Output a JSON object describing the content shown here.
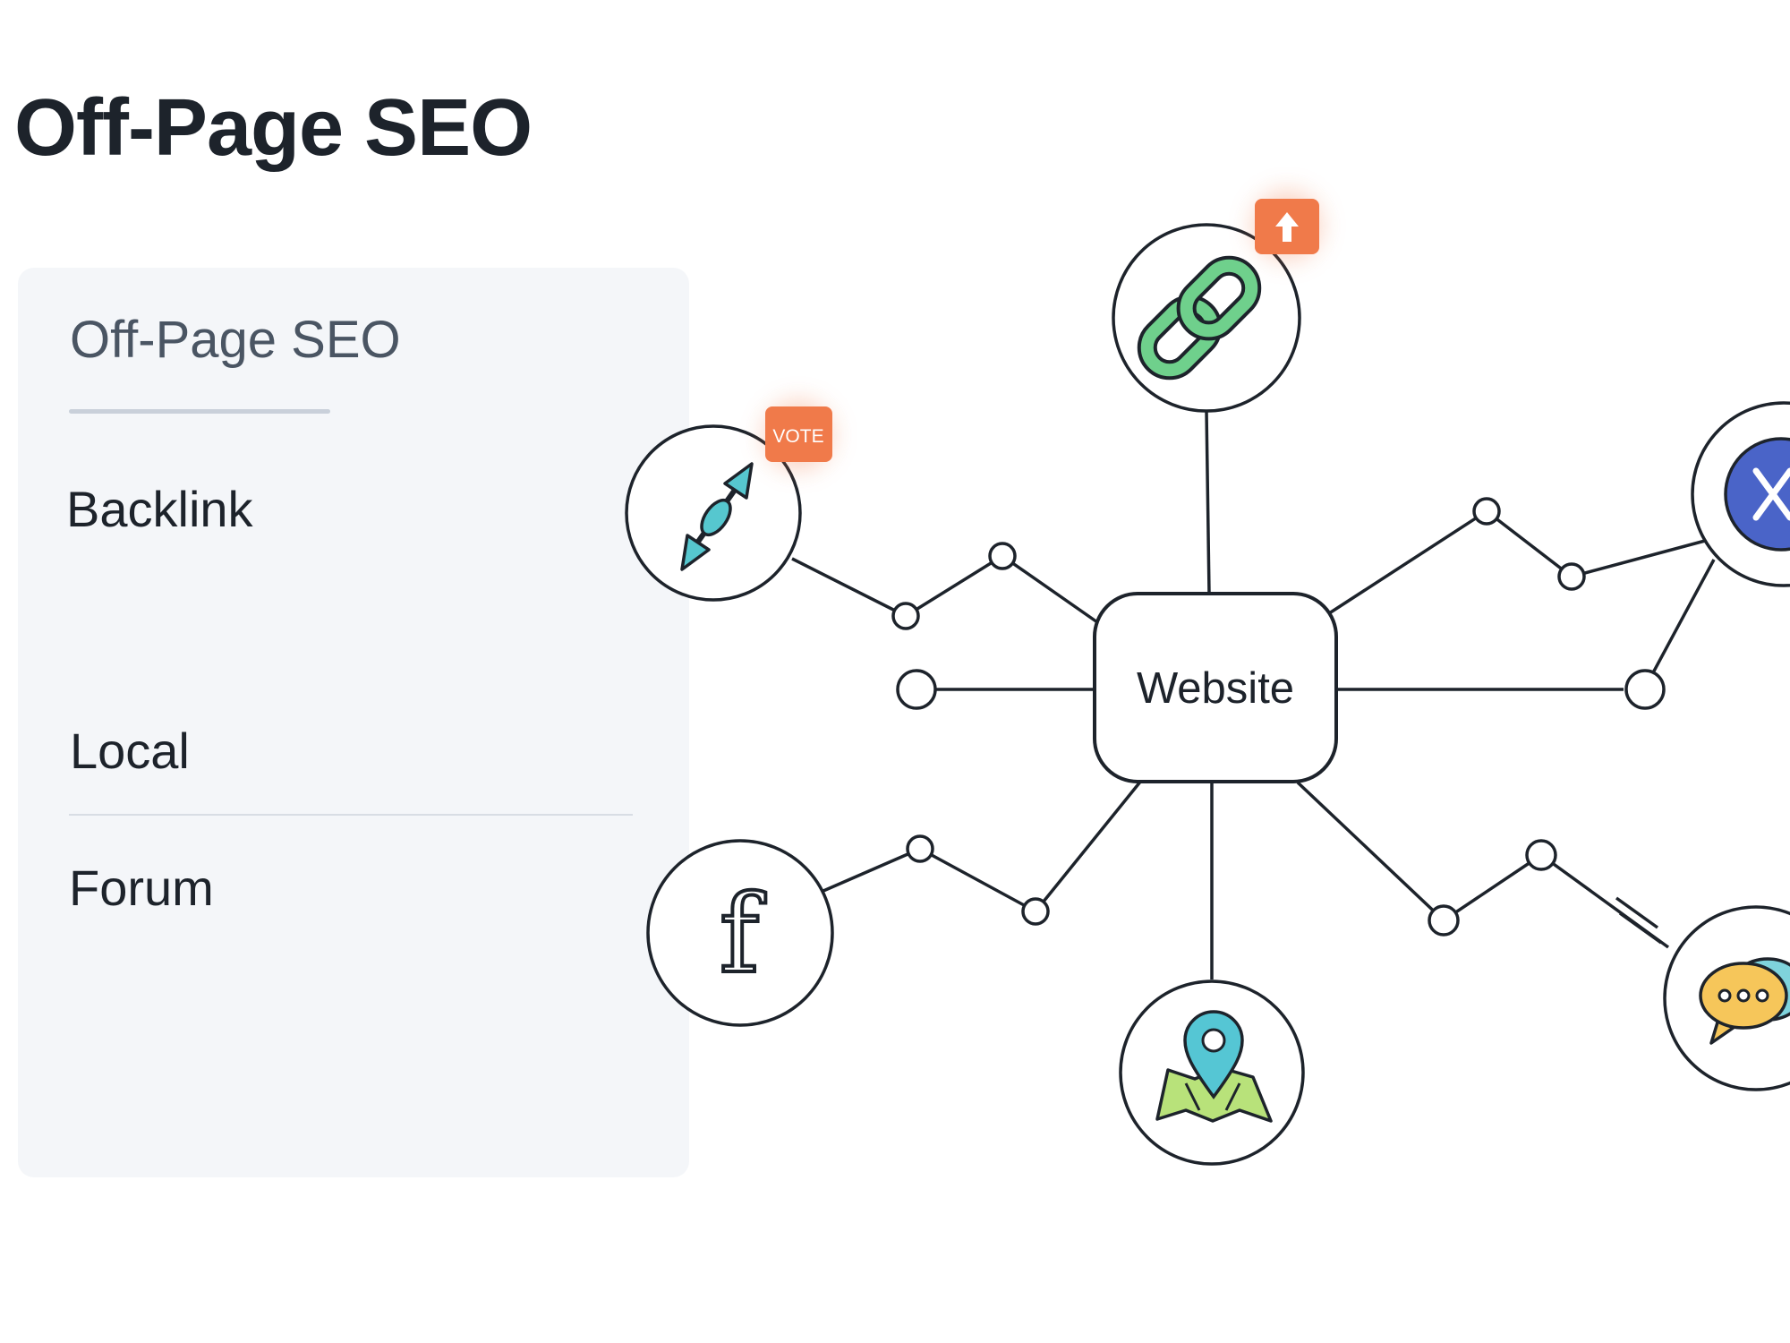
{
  "title": "Off-Page SEO",
  "panel": {
    "heading": "Off-Page SEO",
    "items": [
      {
        "label": "Backlink"
      },
      {
        "label": "Local"
      },
      {
        "label": "Forum"
      }
    ]
  },
  "diagram": {
    "hub_label": "Website",
    "nodes": [
      {
        "name": "link-chain",
        "icon": "chain-link-icon",
        "badge": "arrow-up"
      },
      {
        "name": "vote-arrows",
        "icon": "double-arrow-icon",
        "badge": "VOTE"
      },
      {
        "name": "x-social",
        "icon": "x-logo-icon"
      },
      {
        "name": "facebook",
        "icon": "facebook-icon",
        "glyph": "f"
      },
      {
        "name": "location",
        "icon": "map-pin-icon"
      },
      {
        "name": "chat",
        "icon": "chat-bubble-icon"
      }
    ],
    "badge_vote_text": "VOTE",
    "facebook_glyph": "f"
  },
  "colors": {
    "badge": "#f07a4a",
    "chain": "#6fd08c",
    "arrows": "#56c7cf",
    "x_logo": "#4a64c8",
    "chat": "#f6c65a",
    "map": "#b8e27a",
    "pin": "#55c6d4",
    "line": "#1d232b"
  }
}
